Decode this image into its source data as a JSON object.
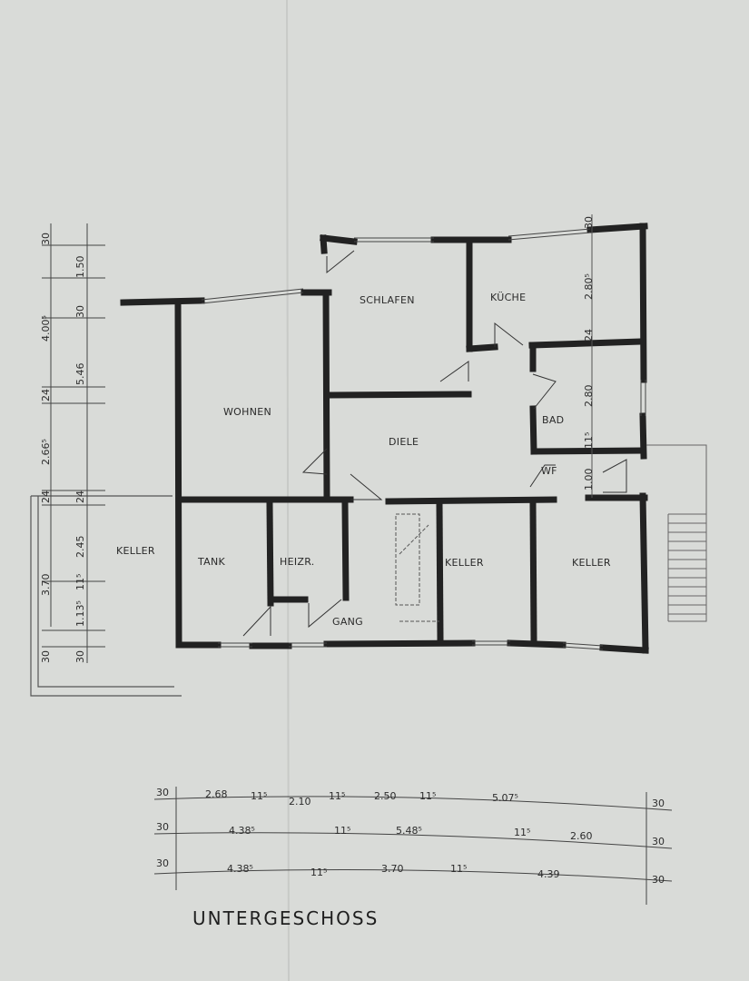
{
  "plan": {
    "title": "UNTERGESCHOSS",
    "rooms": {
      "schlafen": "SCHLAFEN",
      "kueche": "KÜCHE",
      "wohnen": "WOHNEN",
      "diele": "DIELE",
      "bad": "BAD",
      "wf": "WF",
      "keller_left": "KELLER",
      "tank": "TANK",
      "heizr": "HEIZR.",
      "keller_mid": "KELLER",
      "keller_right": "KELLER",
      "gang": "GANG"
    }
  },
  "dims_left": [
    "30",
    "1.50",
    "30",
    "4.00⁵",
    "5.46",
    "24",
    "2.66⁵",
    "24",
    "24",
    "2.45",
    "3.70",
    "11⁵",
    "1.13⁵",
    "30",
    "30"
  ],
  "dims_right": [
    "30",
    "2.80⁵",
    "24",
    "2.80",
    "11⁵",
    "1.00"
  ],
  "dims_bottom_row1": [
    "30",
    "2.68",
    "11⁵",
    "2.10",
    "11⁵",
    "2.50",
    "11⁵",
    "5.07⁵",
    "30"
  ],
  "dims_bottom_row2": [
    "30",
    "4.38⁵",
    "11⁵",
    "5.48⁵",
    "11⁵",
    "2.60",
    "30"
  ],
  "dims_bottom_row3": [
    "30",
    "4.38⁵",
    "11⁵",
    "3.70",
    "11⁵",
    "4.39",
    "30"
  ]
}
